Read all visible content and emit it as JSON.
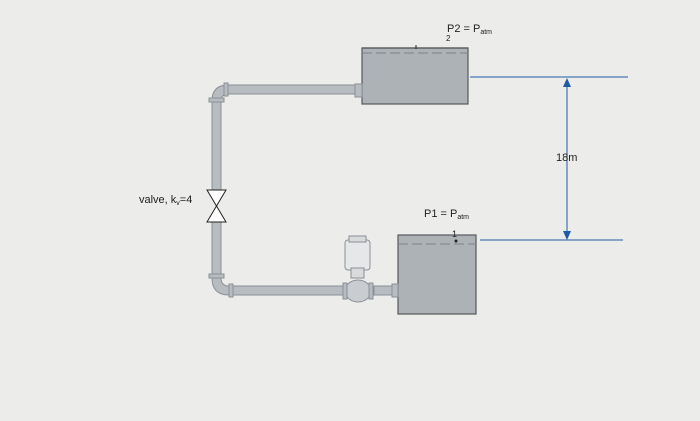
{
  "labels": {
    "p2_main": "P2 = P",
    "p2_sub": "atm",
    "p1_main": "P1 = P",
    "p1_sub": "atm",
    "height": "18m",
    "valve_main": "valve, k",
    "valve_sub": "v",
    "valve_tail": "=4",
    "point1": "1",
    "point2": "2"
  },
  "colors": {
    "background": "#ececea",
    "pipe": "#b7bcc1",
    "pipe_edge": "#8a9096",
    "tank_fill": "#adb2b7",
    "tank_edge": "#55595d",
    "line": "#1f5aa6"
  }
}
